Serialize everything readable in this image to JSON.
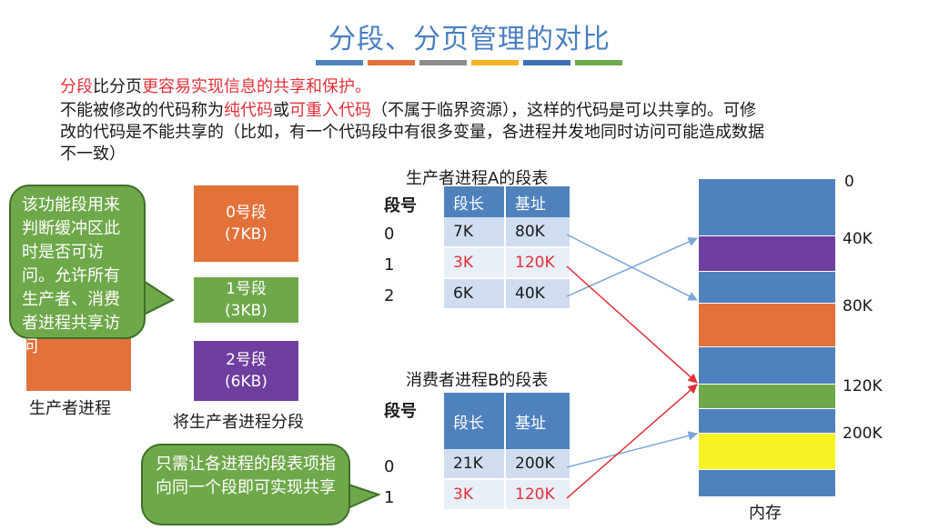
{
  "title": "分段、分页管理的对比",
  "accent_bars": [
    "#4f82bd",
    "#e2713a",
    "#8c8c8c",
    "#f3b328",
    "#3e6fb8",
    "#6fa84a"
  ],
  "intro": {
    "line1_a": "分段",
    "line1_b": "比分页",
    "line1_c": "更容易实现信息的共享和保护。",
    "line2_a": "不能被修改的代码称为",
    "line2_b": "纯代码",
    "line2_c": "或",
    "line2_d": "可重入代码",
    "line2_e": "（不属于临界资源），这样的代码是可以共享的。可修",
    "line3": "改的代码是不能共享的（比如，有一个代码段中有很多变量，各进程并发地同时访问可能造成数据",
    "line4": "不一致）"
  },
  "bubble_top": "该功能段用来判断缓冲区此时是否可访问。允许所有生产者、消费者进程共享访问",
  "bubble_bottom": "只需让各进程的段表项指向同一个段即可实现共享",
  "producer_label": "生产者进程",
  "segmentation_label": "将生产者进程分段",
  "segments": [
    {
      "name": "0号段",
      "size": "(7KB)",
      "color": "#e2713a"
    },
    {
      "name": "1号段",
      "size": "(3KB)",
      "color": "#6fa84a"
    },
    {
      "name": "2号段",
      "size": "(6KB)",
      "color": "#6e3f9e"
    }
  ],
  "table_a": {
    "title": "生产者进程A的段表",
    "index_header": "段号",
    "headers": [
      "段长",
      "基址"
    ],
    "rows": [
      {
        "index": "0",
        "length": "7K",
        "base": "80K",
        "highlight": false
      },
      {
        "index": "1",
        "length": "3K",
        "base": "120K",
        "highlight": true
      },
      {
        "index": "2",
        "length": "6K",
        "base": "40K",
        "highlight": false
      }
    ]
  },
  "table_b": {
    "title": "消费者进程B的段表",
    "index_header": "段号",
    "headers": [
      "段长",
      "基址"
    ],
    "rows": [
      {
        "index": "0",
        "length": "21K",
        "base": "200K",
        "highlight": false
      },
      {
        "index": "1",
        "length": "3K",
        "base": "120K",
        "highlight": true
      }
    ]
  },
  "memory": {
    "label": "内存",
    "addresses": [
      "0",
      "40K",
      "80K",
      "120K",
      "200K"
    ],
    "colors": {
      "free": "#4f82bd",
      "purple": "#6e3f9e",
      "orange": "#e2713a",
      "green": "#6fa84a",
      "yellow": "#f7f323"
    }
  },
  "arrow_colors": {
    "normal": "#7aa6d6",
    "shared": "#e0313a"
  }
}
